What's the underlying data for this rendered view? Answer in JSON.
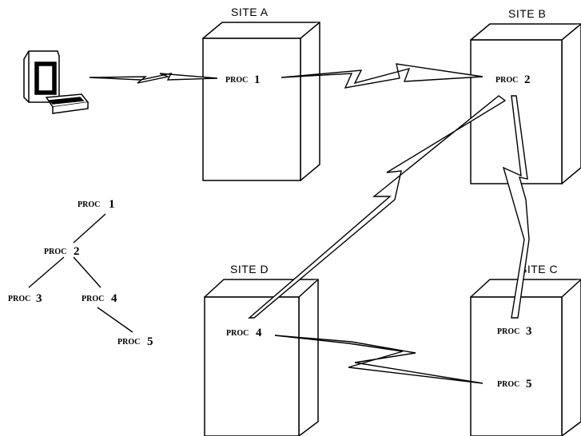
{
  "sites": {
    "a": {
      "label": "SITE A",
      "proc": "PROC",
      "num": "1"
    },
    "b": {
      "label": "SITE B",
      "proc": "PROC",
      "num": "2"
    },
    "c": {
      "label": "SITE C",
      "proc": "PROC",
      "num": "3"
    },
    "c2": {
      "proc": "PROC",
      "num": "5"
    },
    "d": {
      "label": "SITE D",
      "proc": "PROC",
      "num": "4"
    }
  },
  "tree": {
    "p1": {
      "proc": "PROC",
      "num": "1"
    },
    "p2": {
      "proc": "PROC",
      "num": "2"
    },
    "p3": {
      "proc": "PROC",
      "num": "3"
    },
    "p4": {
      "proc": "PROC",
      "num": "4"
    },
    "p5": {
      "proc": "PROC",
      "num": "5"
    }
  },
  "icons": {
    "terminal": "computer-terminal-icon"
  }
}
